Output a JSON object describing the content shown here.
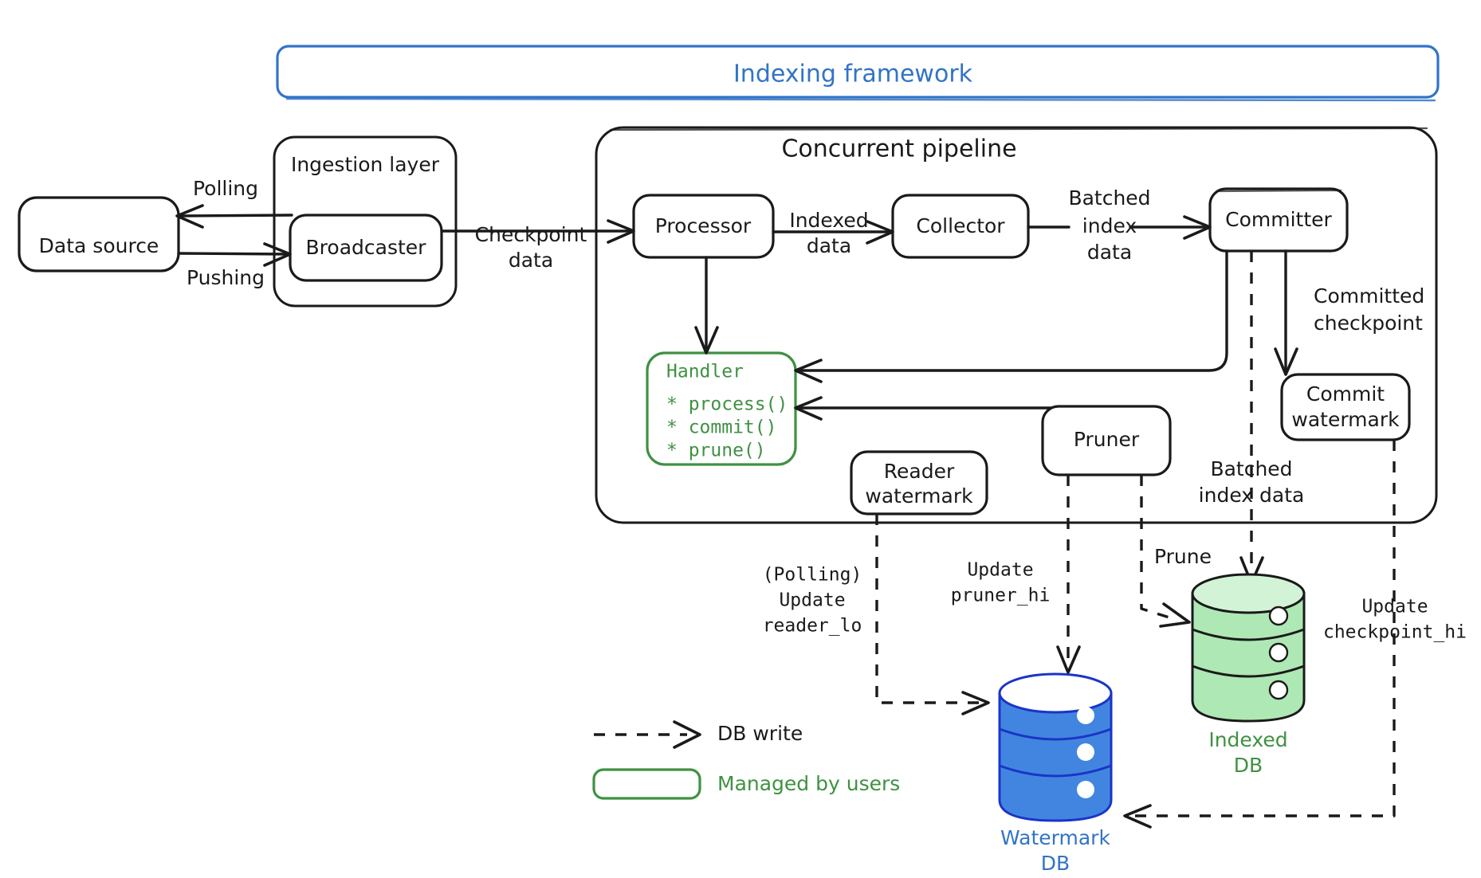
{
  "title_banner": {
    "label": "Indexing framework",
    "color": "#3273c8"
  },
  "containers": {
    "ingestion_layer": "Ingestion layer",
    "concurrent_pipeline": "Concurrent pipeline"
  },
  "nodes": {
    "data_source": "Data source",
    "broadcaster": "Broadcaster",
    "processor": "Processor",
    "collector": "Collector",
    "committer": "Committer",
    "commit_watermark_line1": "Commit",
    "commit_watermark_line2": "watermark",
    "reader_watermark_line1": "Reader",
    "reader_watermark_line2": "watermark",
    "pruner": "Pruner",
    "handler": {
      "title": "Handler",
      "methods": [
        "* process()",
        "* commit()",
        "* prune()"
      ],
      "color": "#3f9142"
    }
  },
  "databases": {
    "watermark_db": {
      "label_line1": "Watermark",
      "label_line2": "DB",
      "color": "#3273c8"
    },
    "indexed_db": {
      "label_line1": "Indexed",
      "label_line2": "DB",
      "color": "#3f9142"
    }
  },
  "edge_labels": {
    "polling": "Polling",
    "pushing": "Pushing",
    "checkpoint_data_line1": "Checkpoint",
    "checkpoint_data_line2": "data",
    "indexed_data_line1": "Indexed",
    "indexed_data_line2": "data",
    "batched_index_data_line1": "Batched",
    "batched_index_data_line2": "index",
    "batched_index_data_line3": "data",
    "committed_checkpoint_line1": "Committed",
    "committed_checkpoint_line2": "checkpoint",
    "batched_index_data2_line1": "Batched",
    "batched_index_data2_line2": "index data",
    "prune": "Prune",
    "polling_update_line1": "(Polling)",
    "polling_update_line2": "Update",
    "polling_update_line3": "reader_lo",
    "update_pruner_line1": "Update",
    "update_pruner_line2": "pruner_hi",
    "update_checkpoint_line1": "Update",
    "update_checkpoint_line2": "checkpoint_hi"
  },
  "legend": {
    "db_write": "DB write",
    "managed_by_users": "Managed by users",
    "managed_color": "#3f9142"
  }
}
